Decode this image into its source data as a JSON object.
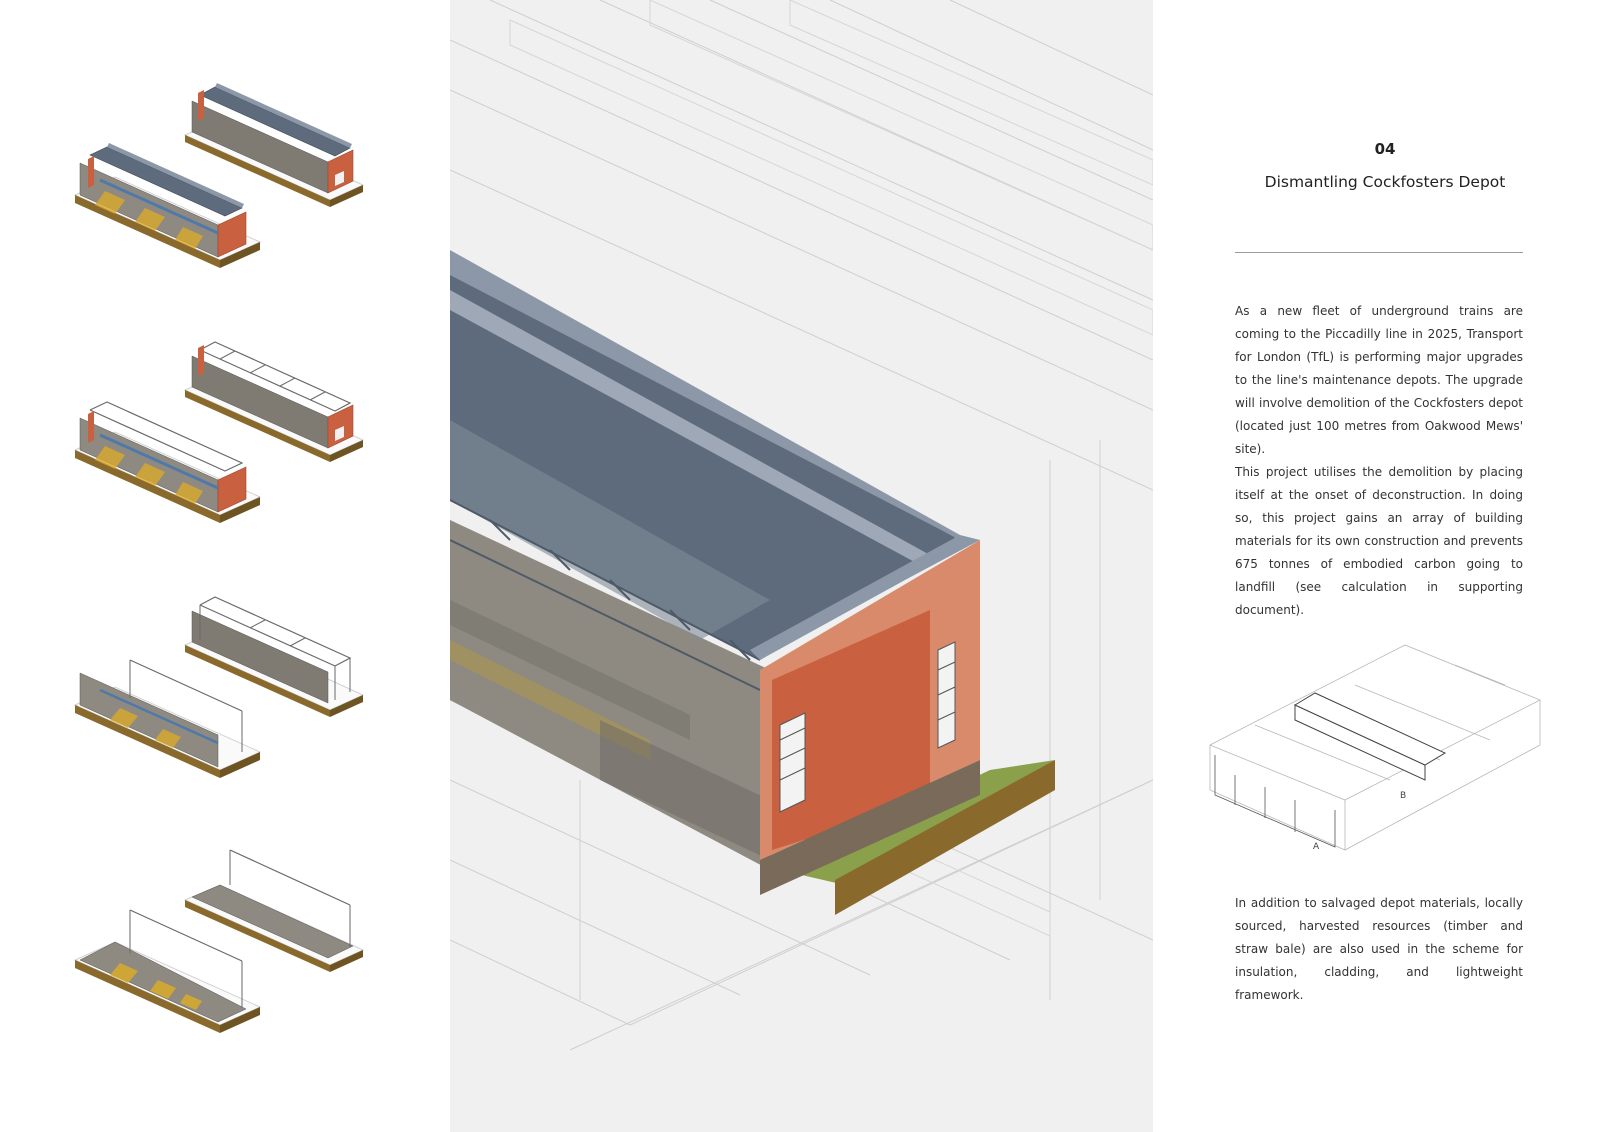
{
  "sheet": {
    "number": "04",
    "title": "Dismantling Cockfosters Depot"
  },
  "text": {
    "paragraph_1": "As a new fleet of underground trains are coming to the Piccadilly line in 2025, Transport for London (TfL) is performing major upgrades to the line's maintenance depots. The upgrade will involve demolition of the Cockfosters depot (located just 100 metres from Oakwood Mews' site).",
    "paragraph_2": "This project utilises the demolition by placing itself at the onset of deconstruction. In doing so, this project gains an array of building materials for its own construction and prevents 675 tonnes of embodied carbon going to landfill (see calculation in supporting document).",
    "paragraph_3": "In addition to salvaged depot materials, locally sourced, harvested resources (timber and straw bale) are also used in the scheme for insulation, cladding, and lightweight framework."
  },
  "key_diagram": {
    "label_a": "A",
    "label_b": "B"
  },
  "colors": {
    "brick": "#c9603f",
    "brick_dark": "#9e4a30",
    "roof_steel": "#5e6b7c",
    "roof_light": "#8c98a8",
    "concrete": "#8e8a82",
    "yellow_marking": "#d9a92a",
    "soil": "#8a6a2c",
    "grass": "#8aa04a",
    "linework": "#c9c9c9",
    "background_panel": "#f0f0f0"
  }
}
